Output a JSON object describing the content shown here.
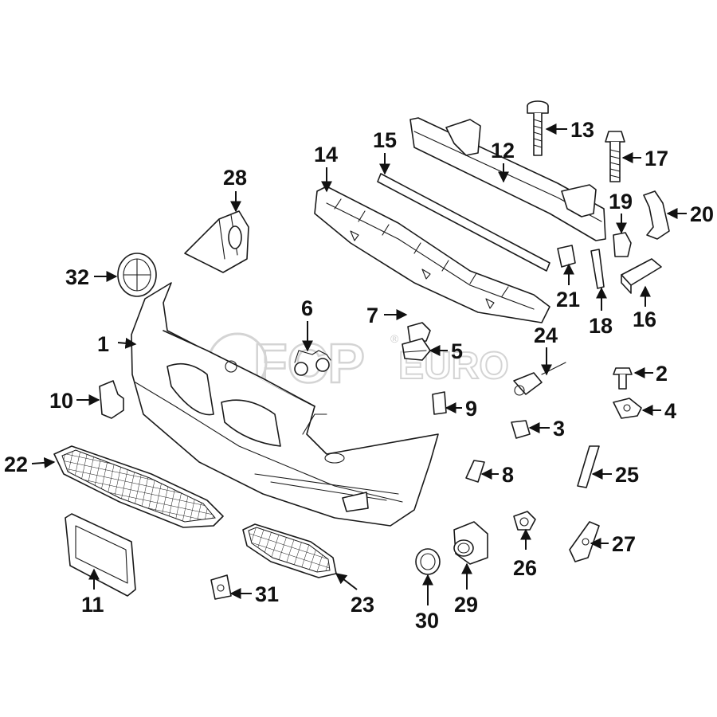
{
  "diagram": {
    "watermark": {
      "brand": "FCP",
      "suffix": "EURO",
      "registered": "®"
    },
    "callouts": [
      {
        "id": "1",
        "label": "1"
      },
      {
        "id": "2",
        "label": "2"
      },
      {
        "id": "3",
        "label": "3"
      },
      {
        "id": "4",
        "label": "4"
      },
      {
        "id": "5",
        "label": "5"
      },
      {
        "id": "6",
        "label": "6"
      },
      {
        "id": "7",
        "label": "7"
      },
      {
        "id": "8",
        "label": "8"
      },
      {
        "id": "9",
        "label": "9"
      },
      {
        "id": "10",
        "label": "10"
      },
      {
        "id": "11",
        "label": "11"
      },
      {
        "id": "12",
        "label": "12"
      },
      {
        "id": "13",
        "label": "13"
      },
      {
        "id": "14",
        "label": "14"
      },
      {
        "id": "15",
        "label": "15"
      },
      {
        "id": "16",
        "label": "16"
      },
      {
        "id": "17",
        "label": "17"
      },
      {
        "id": "18",
        "label": "18"
      },
      {
        "id": "19",
        "label": "19"
      },
      {
        "id": "20",
        "label": "20"
      },
      {
        "id": "21",
        "label": "21"
      },
      {
        "id": "22",
        "label": "22"
      },
      {
        "id": "23",
        "label": "23"
      },
      {
        "id": "24",
        "label": "24"
      },
      {
        "id": "25",
        "label": "25"
      },
      {
        "id": "26",
        "label": "26"
      },
      {
        "id": "27",
        "label": "27"
      },
      {
        "id": "28",
        "label": "28"
      },
      {
        "id": "29",
        "label": "29"
      },
      {
        "id": "30",
        "label": "30"
      },
      {
        "id": "31",
        "label": "31"
      },
      {
        "id": "32",
        "label": "32"
      }
    ]
  }
}
